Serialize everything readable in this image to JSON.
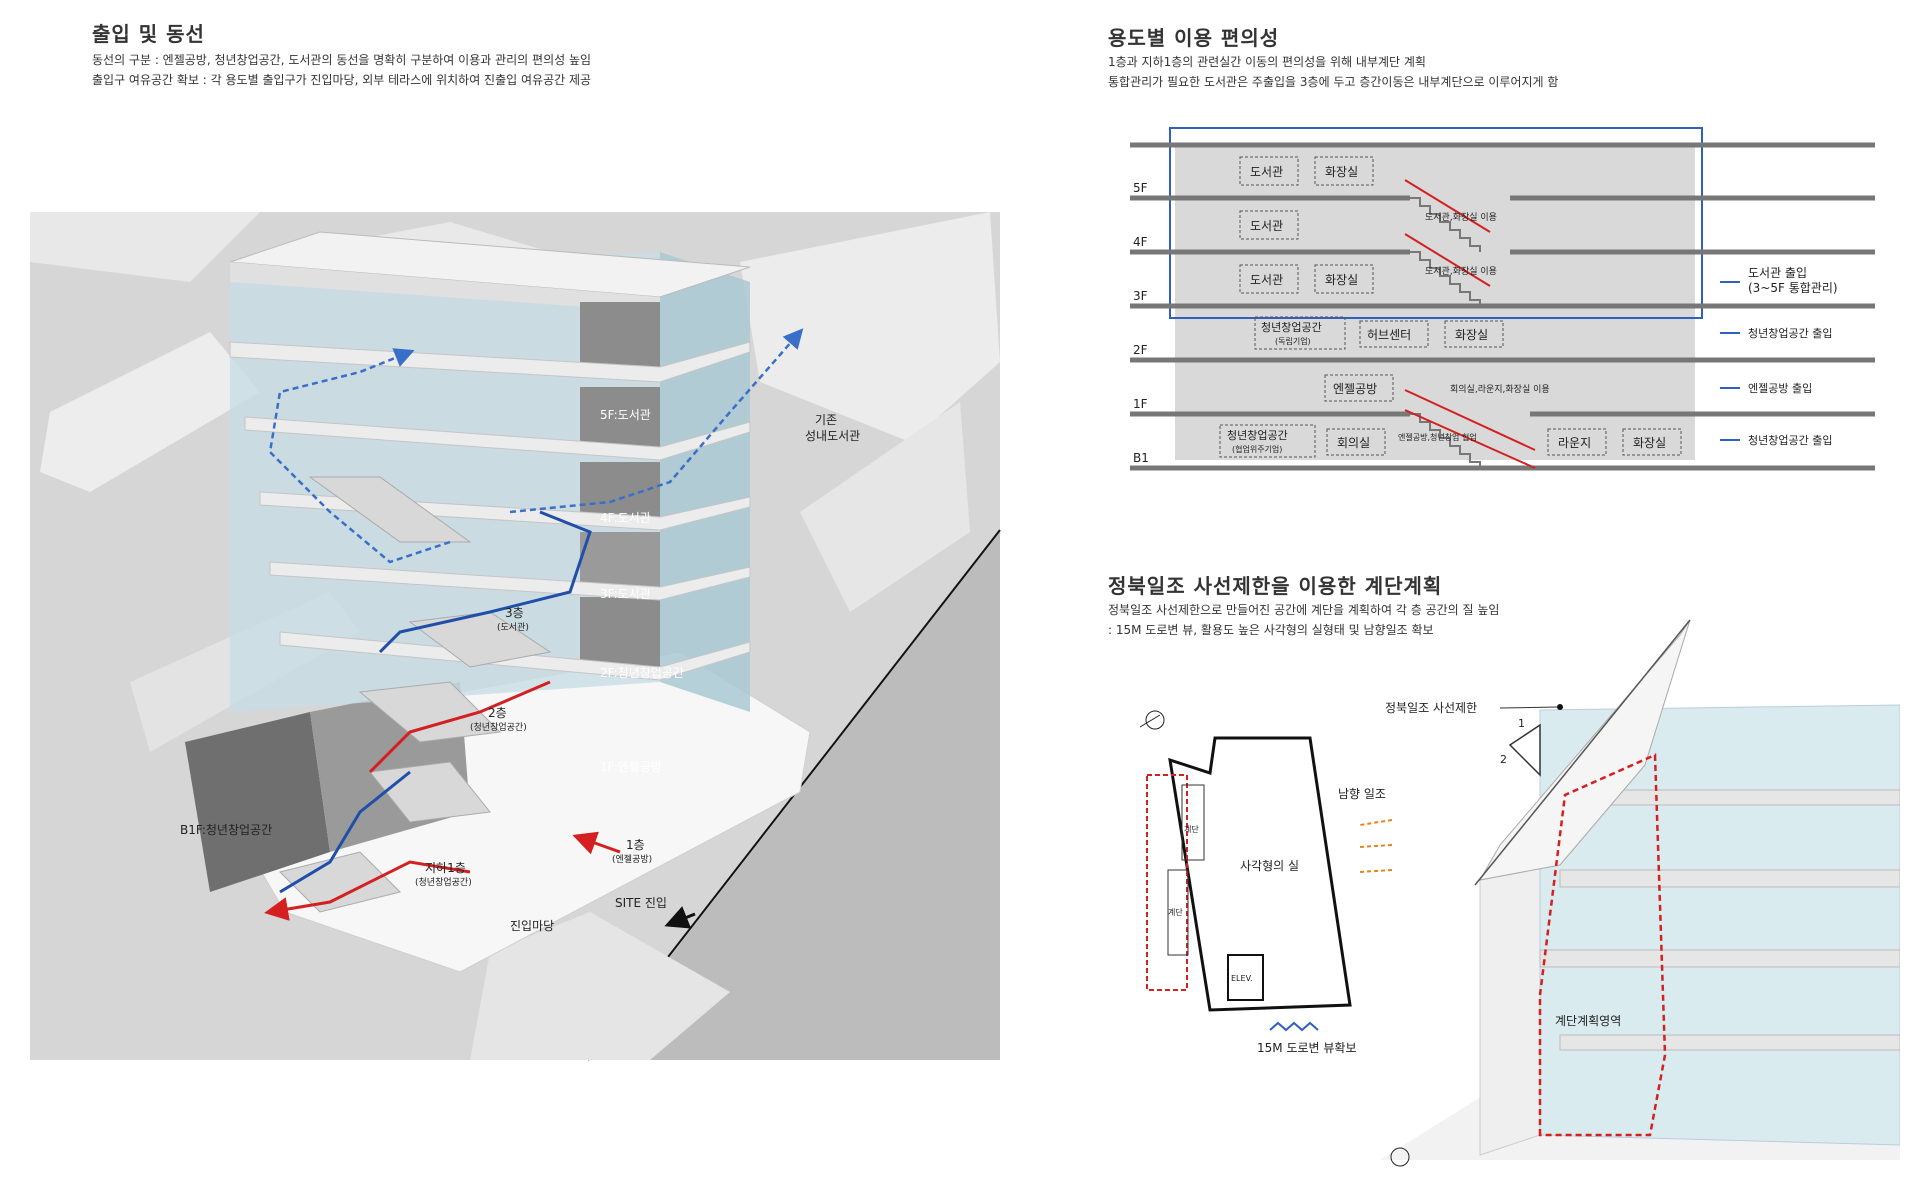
{
  "left": {
    "title": "출입 및 동선",
    "desc1": "동선의 구분 : 엔젤공방, 청년창업공간, 도서관의 동선을 명확히 구분하여 이용과 관리의 편의성 높임",
    "desc2": "출입구 여유공간 확보 : 각 용도별 출입구가 진입마당, 외부 테라스에 위치하여 진출입 여유공간 제공",
    "labels": {
      "f5": "5F:도서관",
      "f4": "4F:도서관",
      "f3": "3F:도서관",
      "f2": "2F:청년창업공간",
      "f1": "1F:엔젤공방",
      "b1": "B1F:청년창업공간",
      "existing1": "기존",
      "existing2": "성내도서관",
      "s3": "3층",
      "s3sub": "(도서관)",
      "s2": "2층",
      "s2sub": "(청년창업공간)",
      "s1": "1층",
      "s1sub": "(엔젤공방)",
      "sb1": "지하1층",
      "sb1sub": "(청년창업공간)",
      "yard": "진입마당",
      "site": "SITE 진입"
    }
  },
  "rightTop": {
    "title": "용도별 이용 편의성",
    "desc1": "1층과 지하1층의 관련실간 이동의 편의성을 위해 내부계단 계획",
    "desc2": "통합관리가 필요한 도서관은 주출입을 3층에 두고 층간이동은 내부계단으로 이루어지게 함",
    "floors": [
      "5F",
      "4F",
      "3F",
      "2F",
      "1F",
      "B1"
    ],
    "rooms": {
      "lib5": "도서관",
      "wc5": "화장실",
      "lib4": "도서관",
      "lib3": "도서관",
      "wc3": "화장실",
      "youth2a": "청년창업공간",
      "youth2b": "(독립기업)",
      "hub": "허브센터",
      "wc2": "화장실",
      "angel1": "엔젤공방",
      "youthB1a": "청년창업공간",
      "youthB1b": "(협업위주기업)",
      "meet": "회의실",
      "lounge": "라운지",
      "wcB1": "화장실"
    },
    "notes": {
      "n1": "도서관,화장실 이용",
      "n2": "도서관,화장실 이용",
      "n3": "회의실,라운지,화장실 이용",
      "n4": "엔젤공방,청년창업 협업"
    },
    "entrances": {
      "lib1": "도서관 출입",
      "lib2": "(3~5F 통합관리)",
      "youth": "청년창업공간 출입",
      "angel": "엔젤공방 출입",
      "youthB1": "청년창업공간 출입"
    }
  },
  "rightBottom": {
    "title": "정북일조 사선제한을 이용한 계단계획",
    "desc1": "정북일조 사선제한으로 만들어진 공간에 계단을 계획하여 각 층 공간의 질 높임",
    "desc2": ": 15M 도로변 뷰, 활용도 높은 사각형의 실형태 및 남향일조 확보",
    "plan": {
      "stair1": "계단",
      "stair2": "계단",
      "room": "사각형의 실",
      "elev": "ELEV.",
      "south": "남향 일조",
      "road": "15M 도로변 뷰확보"
    },
    "section": {
      "limit": "정북일조 사선제한",
      "one": "1",
      "two": "2",
      "area": "계단계획영역"
    }
  }
}
